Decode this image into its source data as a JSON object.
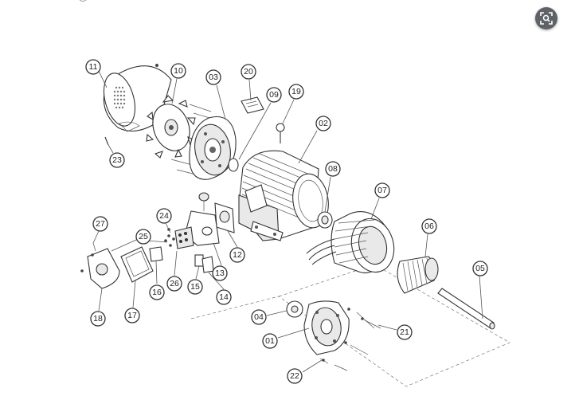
{
  "diagram": {
    "callouts": [
      {
        "key": "p11",
        "label": "11"
      },
      {
        "key": "p10",
        "label": "10"
      },
      {
        "key": "p03",
        "label": "03"
      },
      {
        "key": "p20",
        "label": "20"
      },
      {
        "key": "p09",
        "label": "09"
      },
      {
        "key": "p19",
        "label": "19"
      },
      {
        "key": "p02",
        "label": "02"
      },
      {
        "key": "p08",
        "label": "08"
      },
      {
        "key": "p07",
        "label": "07"
      },
      {
        "key": "p06",
        "label": "06"
      },
      {
        "key": "p05",
        "label": "05"
      },
      {
        "key": "p23",
        "label": "23"
      },
      {
        "key": "p24",
        "label": "24"
      },
      {
        "key": "p27",
        "label": "27"
      },
      {
        "key": "p25",
        "label": "25"
      },
      {
        "key": "p12",
        "label": "12"
      },
      {
        "key": "p13",
        "label": "13"
      },
      {
        "key": "p26",
        "label": "26"
      },
      {
        "key": "p15",
        "label": "15"
      },
      {
        "key": "p14",
        "label": "14"
      },
      {
        "key": "p16",
        "label": "16"
      },
      {
        "key": "p17",
        "label": "17"
      },
      {
        "key": "p18",
        "label": "18"
      },
      {
        "key": "p04",
        "label": "04"
      },
      {
        "key": "p01",
        "label": "01"
      },
      {
        "key": "p21",
        "label": "21"
      },
      {
        "key": "p22",
        "label": "22"
      }
    ]
  },
  "toolbar": {
    "lens_icon": "visual-search-icon"
  }
}
